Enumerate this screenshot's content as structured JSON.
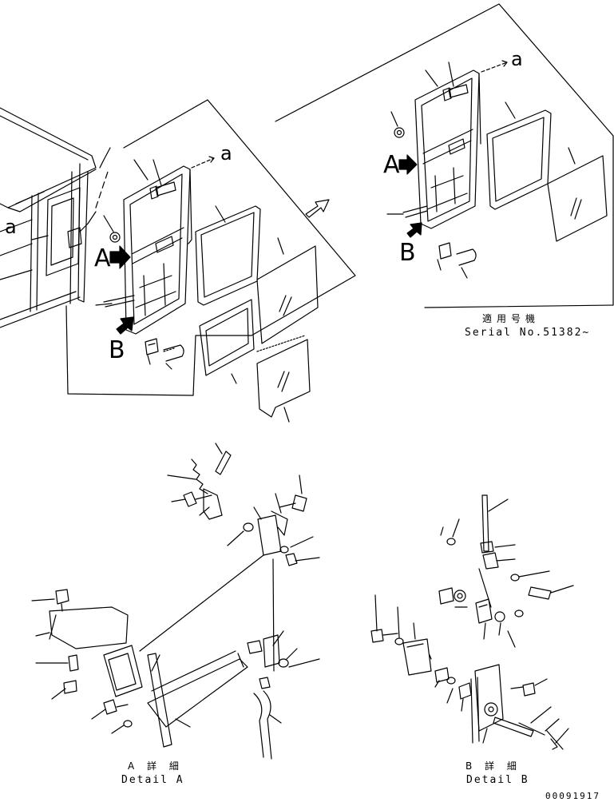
{
  "labels": {
    "a_main": "a",
    "a_main_left": "a",
    "a_variant": "a",
    "A_main": "A",
    "B_main": "B",
    "A_variant": "A",
    "B_variant": "B"
  },
  "variant": {
    "applicable_jp": "適用号機",
    "serial": "Serial No.51382~"
  },
  "detail_a": {
    "title_jp": "A 詳 細",
    "title_en": "Detail A"
  },
  "detail_b": {
    "title_jp": "B 詳 細",
    "title_en": "Detail B"
  },
  "figure_number": "00091917",
  "colors": {
    "line": "#000000",
    "background": "#ffffff"
  }
}
